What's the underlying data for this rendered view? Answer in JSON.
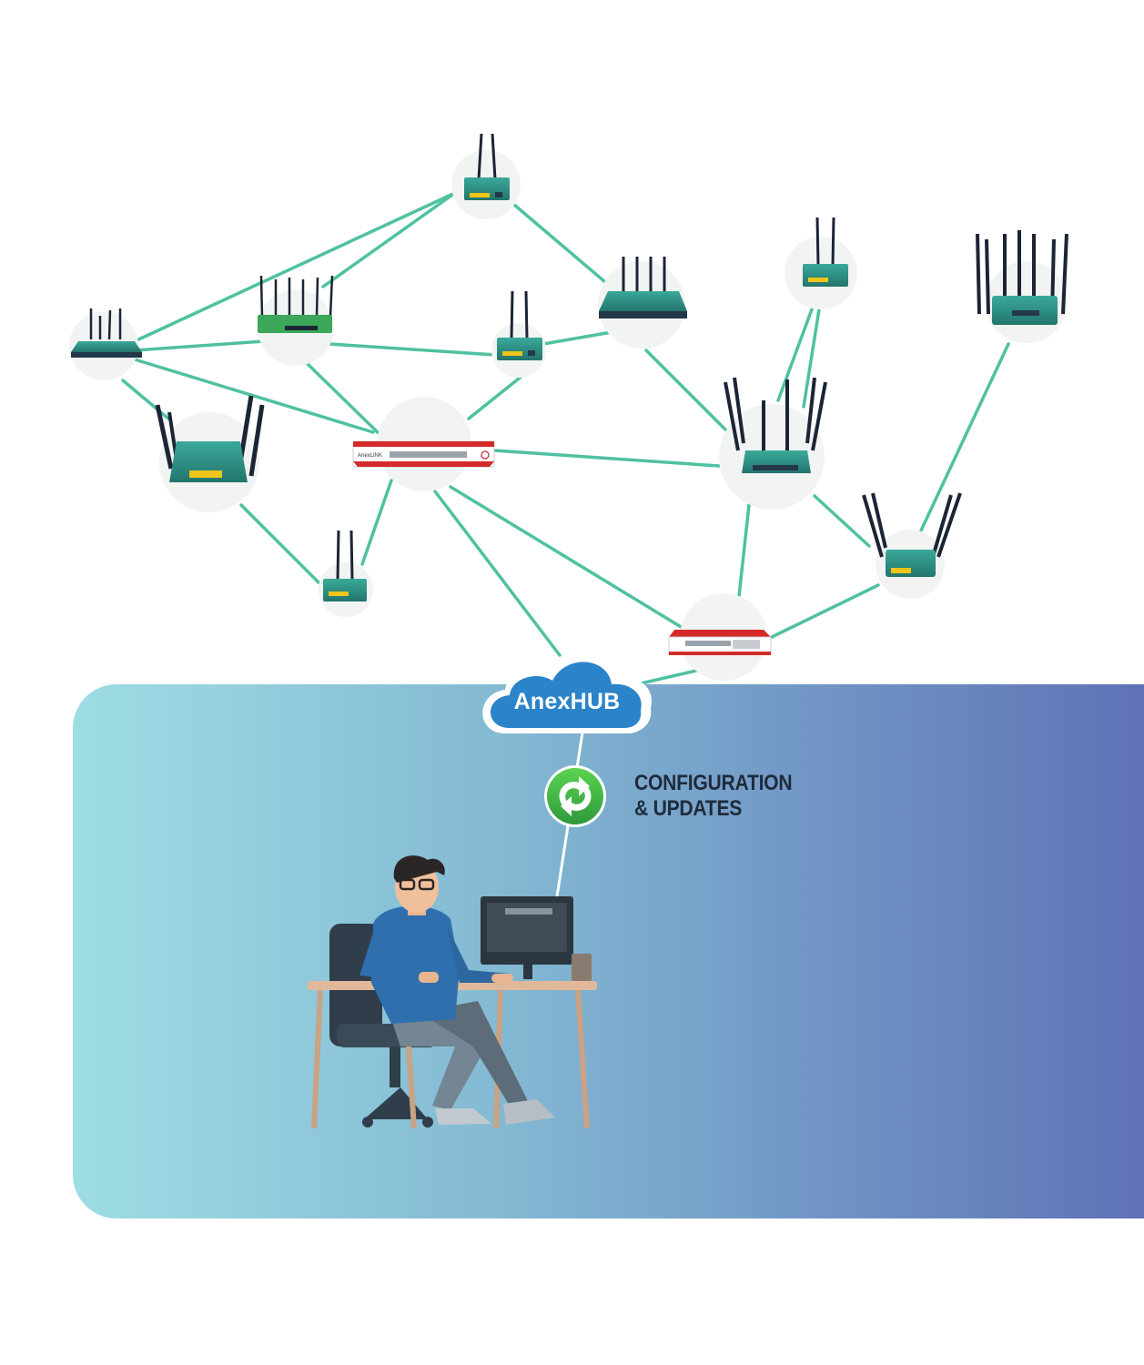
{
  "hub": {
    "label": "AnexHUB"
  },
  "sync": {
    "line1": "CONFIGURATION",
    "line2": "& UPDATES",
    "icon": "sync-arrows-icon"
  },
  "devices": [
    {
      "id": "top-router",
      "kind": "router-2ant"
    },
    {
      "id": "left-router-4ant",
      "kind": "router-4ant-flat"
    },
    {
      "id": "green-router-6ant",
      "kind": "router-6ant-green"
    },
    {
      "id": "mid-router-2ant",
      "kind": "router-2ant"
    },
    {
      "id": "right-router-4ant",
      "kind": "router-4ant-flat"
    },
    {
      "id": "upper-right-router-2ant",
      "kind": "router-2ant"
    },
    {
      "id": "far-right-router-8ant",
      "kind": "router-8ant"
    },
    {
      "id": "left-router-4ant-large",
      "kind": "router-4ant-large"
    },
    {
      "id": "firewall-main",
      "kind": "firewall-red"
    },
    {
      "id": "center-right-router-6ant",
      "kind": "router-6ant-dark"
    },
    {
      "id": "right-router-4ant-small",
      "kind": "router-4ant-dark"
    },
    {
      "id": "bottom-router-2ant",
      "kind": "router-2ant"
    },
    {
      "id": "firewall-secondary",
      "kind": "firewall-red-small"
    }
  ],
  "colors": {
    "link": "#4fc1a1",
    "panel_start": "#9edde4",
    "panel_end": "#5f72b6",
    "cloud": "#2b84c9",
    "device_teal": "#2e9a8a",
    "firewall_red": "#d42a2a",
    "sync_green": "#3fb24a"
  }
}
